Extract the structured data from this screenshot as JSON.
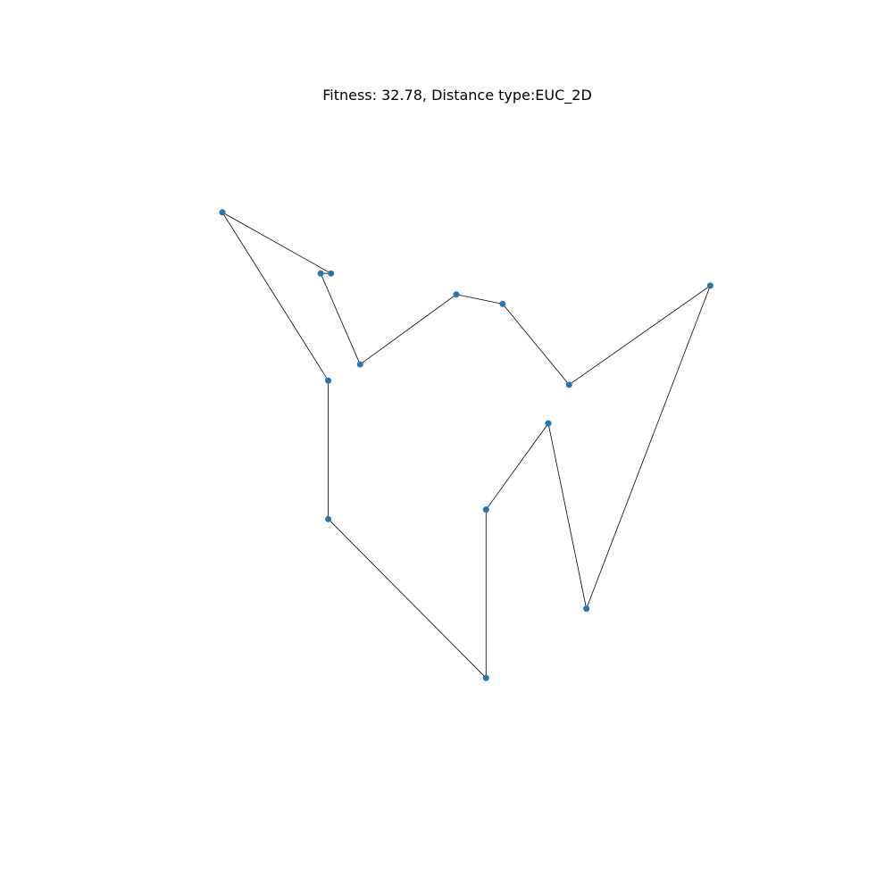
{
  "chart_data": {
    "type": "scatter",
    "title": "Fitness: 32.78, Distance type:EUC_2D",
    "xlabel": "",
    "ylabel": "",
    "axes_visible": false,
    "grid": false,
    "legend": "none",
    "x_range": [
      0,
      10
    ],
    "y_range": [
      0,
      10
    ],
    "marker_color": "#1f77b4",
    "edge_color": "#000000",
    "points": [
      {
        "x": 1.6,
        "y": 8.45
      },
      {
        "x": 3.02,
        "y": 7.55
      },
      {
        "x": 3.17,
        "y": 7.55
      },
      {
        "x": 4.98,
        "y": 7.24
      },
      {
        "x": 5.65,
        "y": 7.1
      },
      {
        "x": 8.65,
        "y": 7.37
      },
      {
        "x": 3.59,
        "y": 6.21
      },
      {
        "x": 3.13,
        "y": 5.97
      },
      {
        "x": 6.61,
        "y": 5.91
      },
      {
        "x": 6.31,
        "y": 5.34
      },
      {
        "x": 5.41,
        "y": 4.07
      },
      {
        "x": 3.13,
        "y": 3.93
      },
      {
        "x": 6.86,
        "y": 2.61
      },
      {
        "x": 5.41,
        "y": 1.59
      }
    ],
    "edges": [
      [
        0,
        2
      ],
      [
        2,
        1
      ],
      [
        1,
        6
      ],
      [
        6,
        3
      ],
      [
        3,
        4
      ],
      [
        4,
        8
      ],
      [
        8,
        5
      ],
      [
        5,
        12
      ],
      [
        12,
        9
      ],
      [
        9,
        10
      ],
      [
        10,
        13
      ],
      [
        13,
        11
      ],
      [
        11,
        7
      ],
      [
        7,
        0
      ]
    ]
  }
}
